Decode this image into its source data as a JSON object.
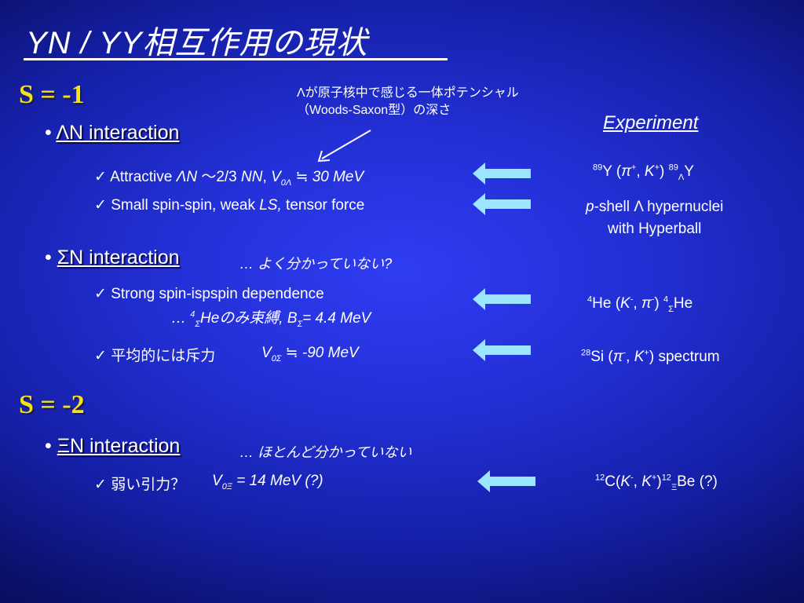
{
  "title": "YN / YY相互作用の現状",
  "s1": "S = -1",
  "s2": "S = -2",
  "annotation": {
    "line1": "Λが原子核中で感じる一体ポテンシャル",
    "line2": "（Woods-Saxon型）の深さ"
  },
  "experiment_heading": "Experiment",
  "lambda_n": {
    "bullet": "•",
    "label": "ΛN  interaction",
    "item1": {
      "check": "✓",
      "text": "Attractive ",
      "sym1": "Λ",
      "sym2": "N",
      "mid": " ～2/3 ",
      "nn": "NN",
      "comma": ", ",
      "v": "V",
      "vsub": "0Λ",
      "approx": " ≒ 30 MeV"
    },
    "item2": {
      "check": "✓",
      "text": "Small spin-spin, weak ",
      "ls": "LS,",
      "rest": " tensor force"
    },
    "exp1": {
      "mass1": "89",
      "a": "Y (",
      "pi": "π",
      "plus1": "+",
      "sep": ", ",
      "k": "K",
      "plus2": "+",
      "close": ") ",
      "mass2": "89",
      "lsub": "Λ",
      "y": "Y"
    },
    "exp2": {
      "p": "p",
      "line1rest": "-shell Λ hypernuclei",
      "line2": "with Hyperball"
    }
  },
  "sigma_n": {
    "bullet": "•",
    "label": "ΣN  interaction",
    "note": "… よく分かっていない?",
    "item1": {
      "check": "✓",
      "text": "Strong spin-ispspin dependence"
    },
    "item1b": {
      "prefix": "… ",
      "mass": "4",
      "sub": "Σ",
      "he": "Heのみ束縛, ",
      "b": "B",
      "bsub": "Σ",
      "val": "= 4.4 MeV"
    },
    "item2": {
      "check": "✓",
      "text": "平均的には斥力",
      "v": "V",
      "vsub": "0Σ",
      "val": " ≒ -90 MeV"
    },
    "exp1": {
      "mass1": "4",
      "a": "He (",
      "k": "K",
      "minus1": "-",
      "sep": ", ",
      "pi": "π",
      "minus2": "-",
      "close": ") ",
      "mass2": "4",
      "ssub": "Σ",
      "he": "He"
    },
    "exp2": {
      "mass": "28",
      "a": "Si (",
      "pi": "π",
      "minus": "-",
      "sep": ", ",
      "k": "K",
      "plus": "+",
      "rest": ") spectrum"
    }
  },
  "xi_n": {
    "bullet": "•",
    "label": "ΞN  interaction",
    "note": "… ほとんど分かっていない",
    "item1": {
      "check": "✓",
      "text": "弱い引力？",
      "v": "V",
      "vsub": "0Ξ",
      "val": " = 14 MeV (?)"
    },
    "exp1": {
      "mass1": "12",
      "a": "C(",
      "k": "K",
      "minus": "-",
      "sep": ", ",
      "k2": "K",
      "plus": "+",
      "close": ")",
      "mass2": "12",
      "xsub": "Ξ",
      "be": "Be (?)"
    }
  },
  "colors": {
    "background": "#2330d6",
    "s_label": "#f3e21a",
    "arrow": "#9de6ff"
  }
}
